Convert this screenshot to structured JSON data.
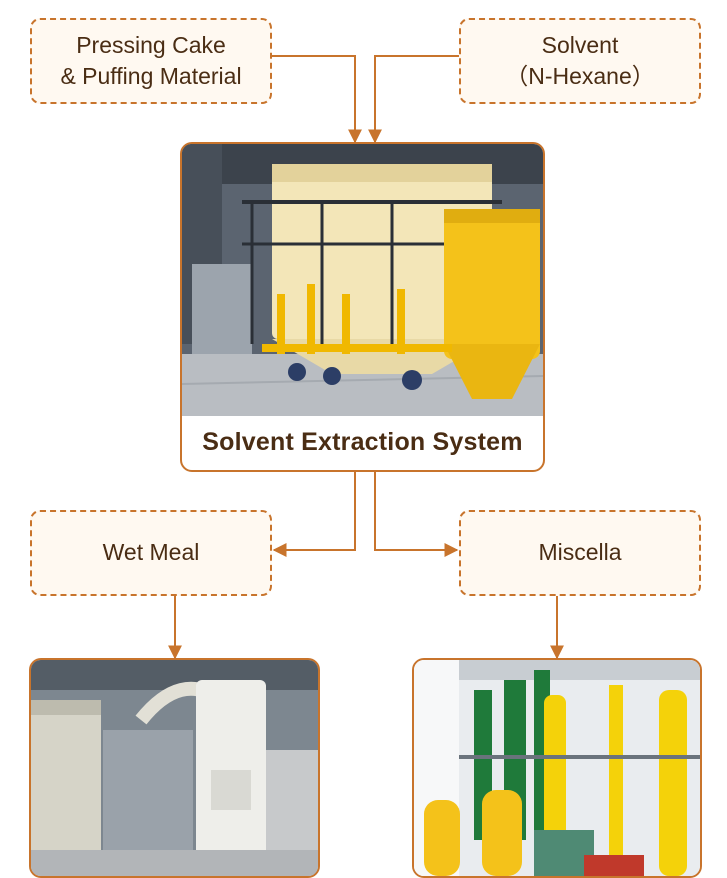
{
  "inputs": {
    "pressing_cake": {
      "line1": "Pressing Cake",
      "line2": "& Puffing Material"
    },
    "solvent": {
      "line1": "Solvent",
      "line2": "（N-Hexane）"
    }
  },
  "center": {
    "caption": "Solvent Extraction System",
    "photo": "solvent-extraction-plant-photo"
  },
  "outputs": {
    "wet_meal": {
      "label": "Wet Meal",
      "photo": "desolventizer-toaster-photo"
    },
    "miscella": {
      "label": "Miscella",
      "photo": "miscella-evaporation-photo"
    }
  },
  "colors": {
    "accent": "#c8742c",
    "box_fill": "#fff9f1",
    "text": "#4a2d14"
  }
}
